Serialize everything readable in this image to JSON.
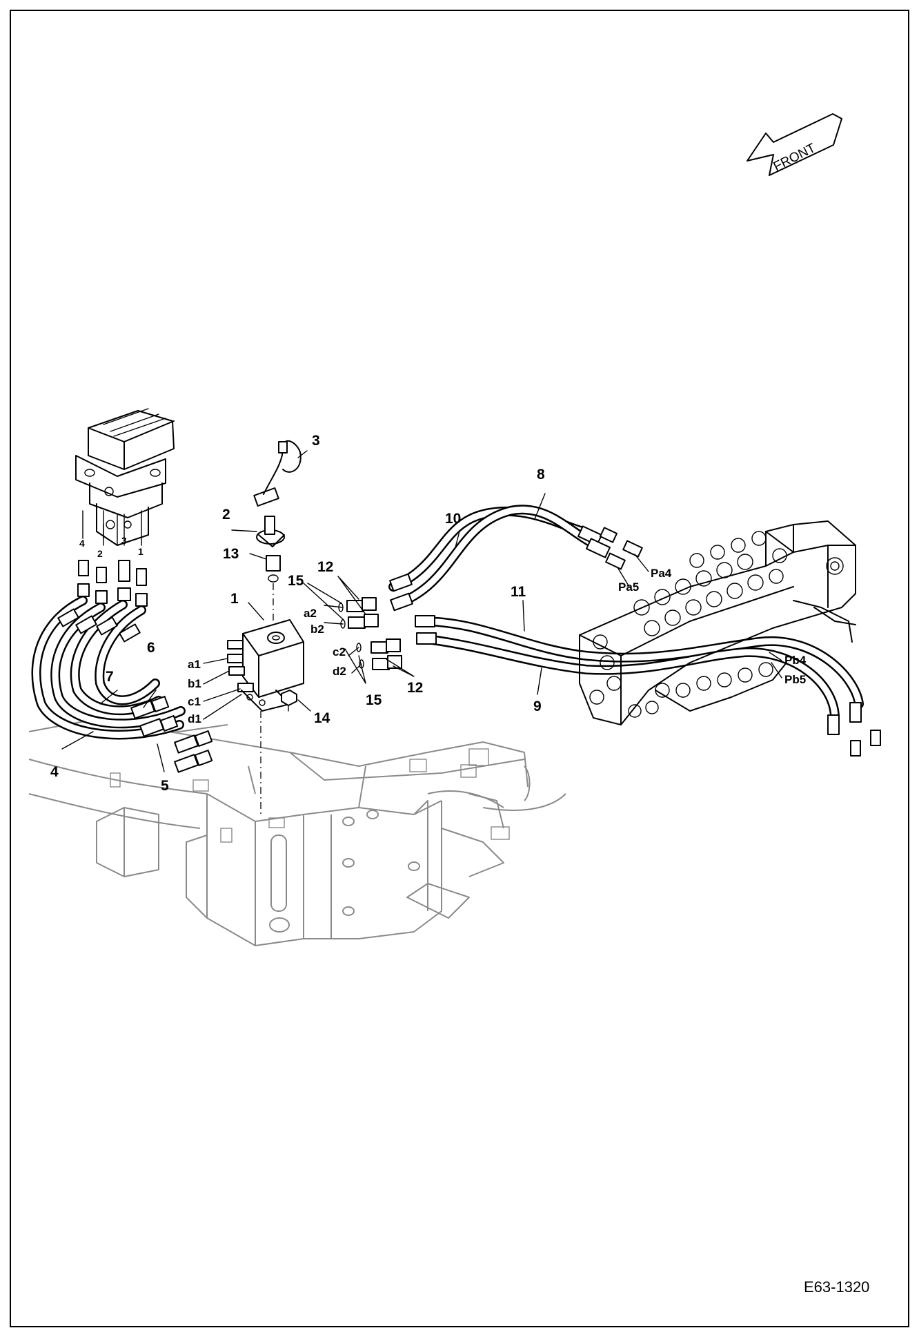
{
  "drawing_code": "E63-1320",
  "direction_label": "FRONT",
  "callouts": {
    "c1": "1",
    "c2": "2",
    "c3": "3",
    "c4": "4",
    "c5": "5",
    "c6": "6",
    "c7": "7",
    "c8": "8",
    "c9": "9",
    "c10": "10",
    "c11": "11",
    "c12a": "12",
    "c12b": "12",
    "c13": "13",
    "c14": "14",
    "c15a": "15",
    "c15b": "15"
  },
  "valve_numbers": [
    "4",
    "2",
    "3",
    "1"
  ],
  "ports": {
    "a1": "a1",
    "b1": "b1",
    "c1": "c1",
    "d1": "d1",
    "a2": "a2",
    "b2": "b2",
    "c2": "c2",
    "d2": "d2",
    "pa4": "Pa4",
    "pa5": "Pa5",
    "pb4": "Pb4",
    "pb5": "Pb5"
  }
}
